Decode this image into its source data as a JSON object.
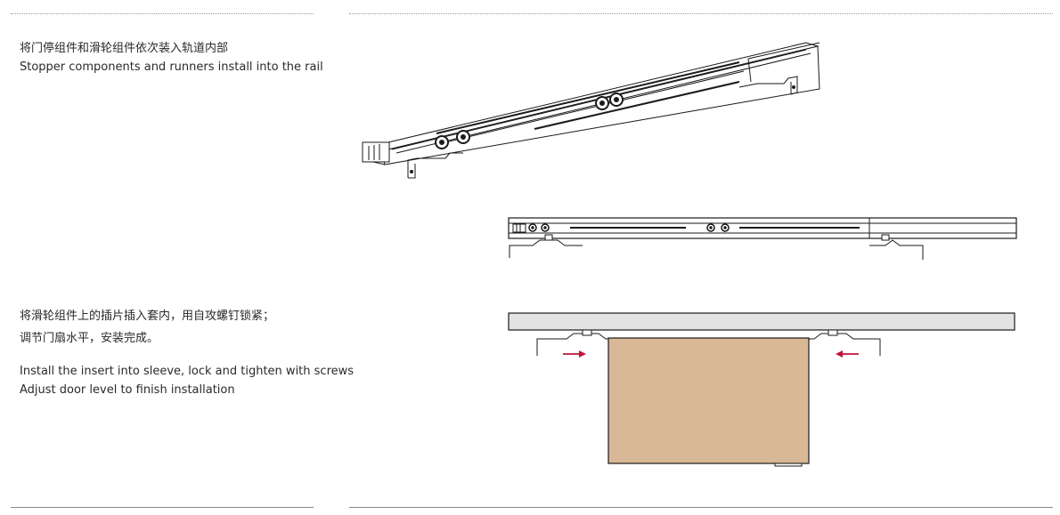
{
  "step1": {
    "text_cn": "将门停组件和滑轮组件依次装入轨道内部",
    "text_en": "Stopper components and runners install into the rail"
  },
  "step2": {
    "text_cn_line1": "将滑轮组件上的插片插入套内，用自攻螺钉锁紧；",
    "text_cn_line2": "调节门扇水平，安装完成。",
    "text_en_line1": "Install the insert into sleeve, lock and tighten with screws",
    "text_en_line2": "Adjust door level to finish installation"
  },
  "colors": {
    "rail_fill": "#e3e3e3",
    "door_fill": "#d9b897",
    "arrow": "#c0143c",
    "line": "#1a1a1a"
  }
}
